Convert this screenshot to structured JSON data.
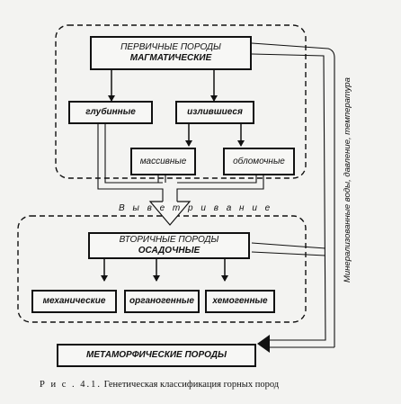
{
  "figure": {
    "primary": {
      "line1": "ПЕРВИЧНЫЕ ПОРОДЫ",
      "line2": "МАГМАТИЧЕСКИЕ"
    },
    "deep": "глубинные",
    "effusive": "излившиеся",
    "massive": "массивные",
    "clastic": "обломочные",
    "weathering_label": "В ы в е т р и в а н и е",
    "secondary": {
      "line1": "ВТОРИЧНЫЕ ПОРОДЫ",
      "line2": "ОСАДОЧНЫЕ"
    },
    "mechanical": "механические",
    "organogenic": "органогенные",
    "chemogenic": "хемогенные",
    "metamorphic": "МЕТАМОРФИЧЕСКИЕ ПОРОДЫ",
    "side_label": "Минерализованные воды, давление, температура",
    "caption_prefix": "Р и с . 4.1.",
    "caption_text": "Генетическая классификация горных пород"
  }
}
